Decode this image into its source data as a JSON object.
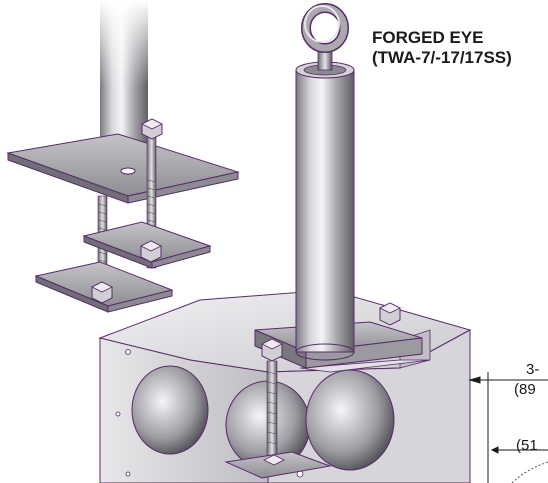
{
  "callout": {
    "line1": "FORGED EYE",
    "line2": "(TWA-7/-17/17SS)"
  },
  "dimensions": {
    "dim_top": "3-",
    "dim_top_metric": "(89",
    "dim_mid": "(51"
  },
  "colors": {
    "outline": "#5a2a6a",
    "steel_light": "#e6e6e8",
    "steel_mid": "#b9b9bd",
    "steel_dark": "#6f6f75",
    "plate": "#9e9ea4",
    "text": "#1a1a1a"
  }
}
